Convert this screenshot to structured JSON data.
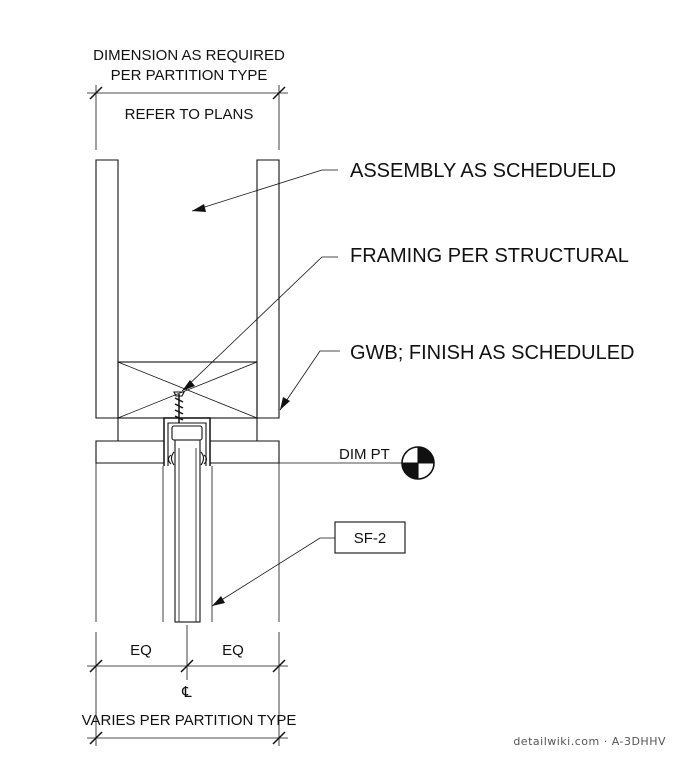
{
  "notes": {
    "dimension_top_line1": "DIMENSION AS REQUIRED",
    "dimension_top_line2": "PER PARTITION TYPE",
    "refer_to_plans": "REFER TO PLANS",
    "assembly": "ASSEMBLY AS SCHEDUELD",
    "framing": "FRAMING PER STRUCTURAL",
    "gwb": "GWB; FINISH AS SCHEDULED",
    "dim_pt": "DIM PT",
    "tag": "SF-2",
    "eq_left": "EQ",
    "eq_right": "EQ",
    "centerline": "℄",
    "bottom_dimension": "VARIES PER PARTITION TYPE"
  },
  "watermark": "detailwiki.com · A-3DHHV"
}
